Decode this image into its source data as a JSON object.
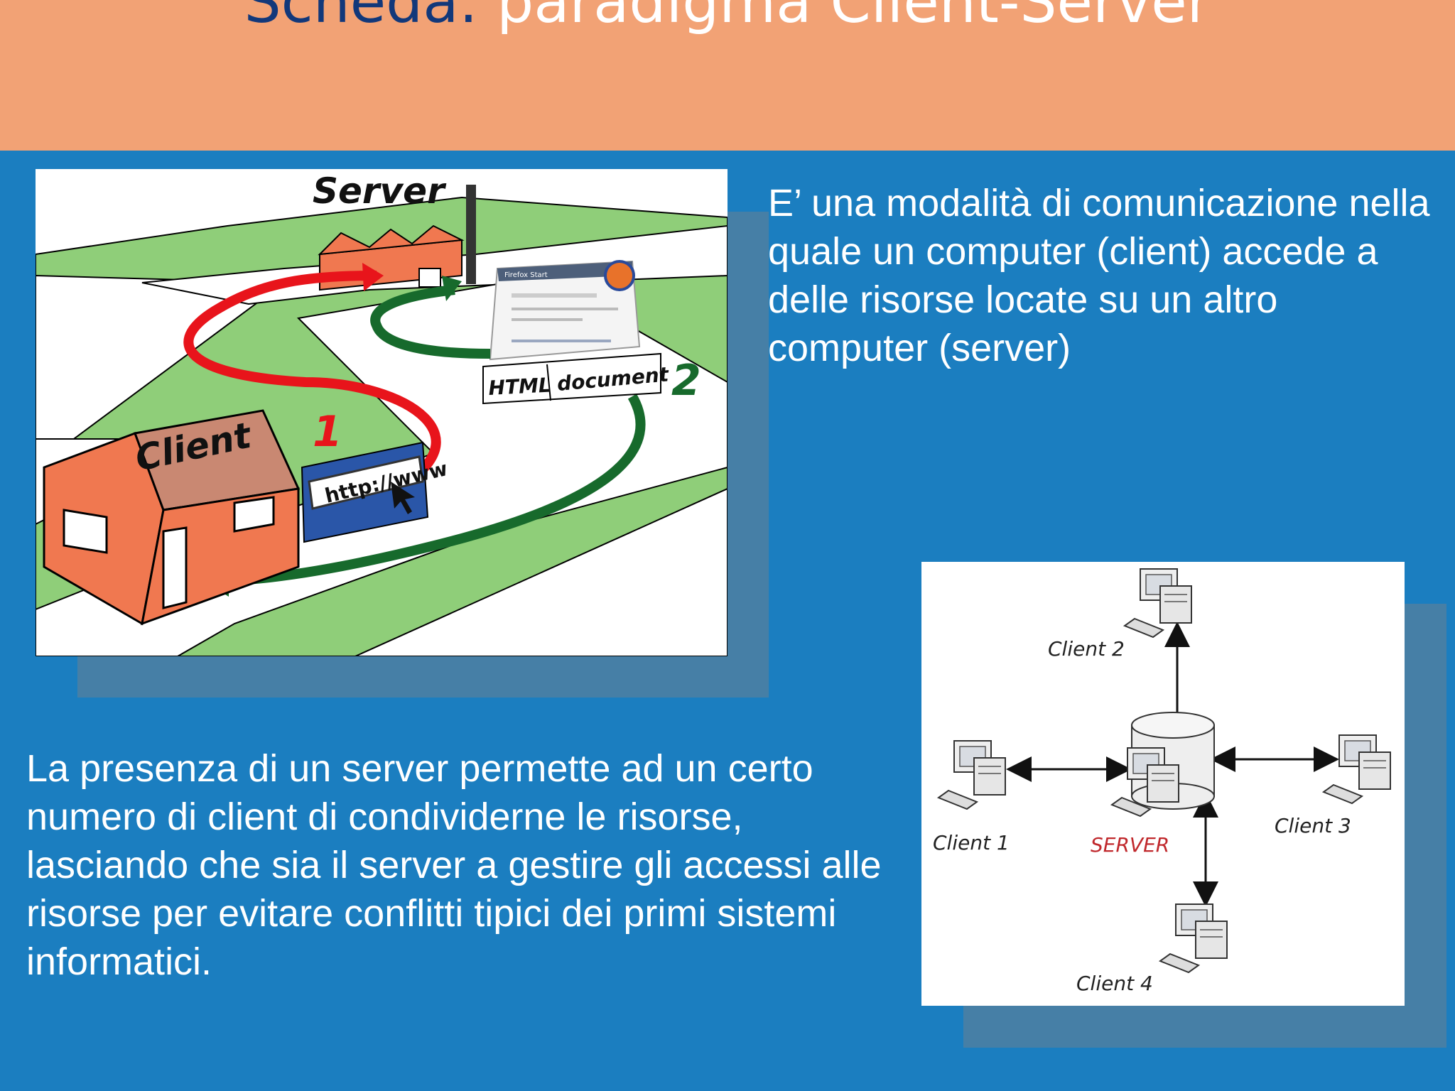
{
  "slide": {
    "title_prefix": "Scheda:",
    "title_main": " paradigma Client-Server",
    "intro_text": "E’ una modalità di comunicazione nella quale un computer (client) accede a delle risorse locate su un altro computer (server)",
    "body_text": "La presenza di un server permette ad un certo numero di client di condividerne le risorse, lasciando che sia il server a gestire gli accessi alle risorse per evitare conflitti tipici dei primi sistemi informatici."
  },
  "illustration": {
    "server_label": "Server",
    "client_label": "Client",
    "step1": "1",
    "step2": "2",
    "url_text": "http://www",
    "doc_label_html": "HTML",
    "doc_label_document": "document",
    "browser_title": "Firefox Start"
  },
  "network": {
    "server_label": "SERVER",
    "clients": [
      "Client 1",
      "Client 2",
      "Client 3",
      "Client 4"
    ]
  },
  "colors": {
    "background": "#1b7ec0",
    "header": "#f2a275",
    "title_prefix": "#12387a",
    "request_arrow": "#e8141b",
    "response_arrow": "#176a2c",
    "server_label": "#c0282c"
  }
}
